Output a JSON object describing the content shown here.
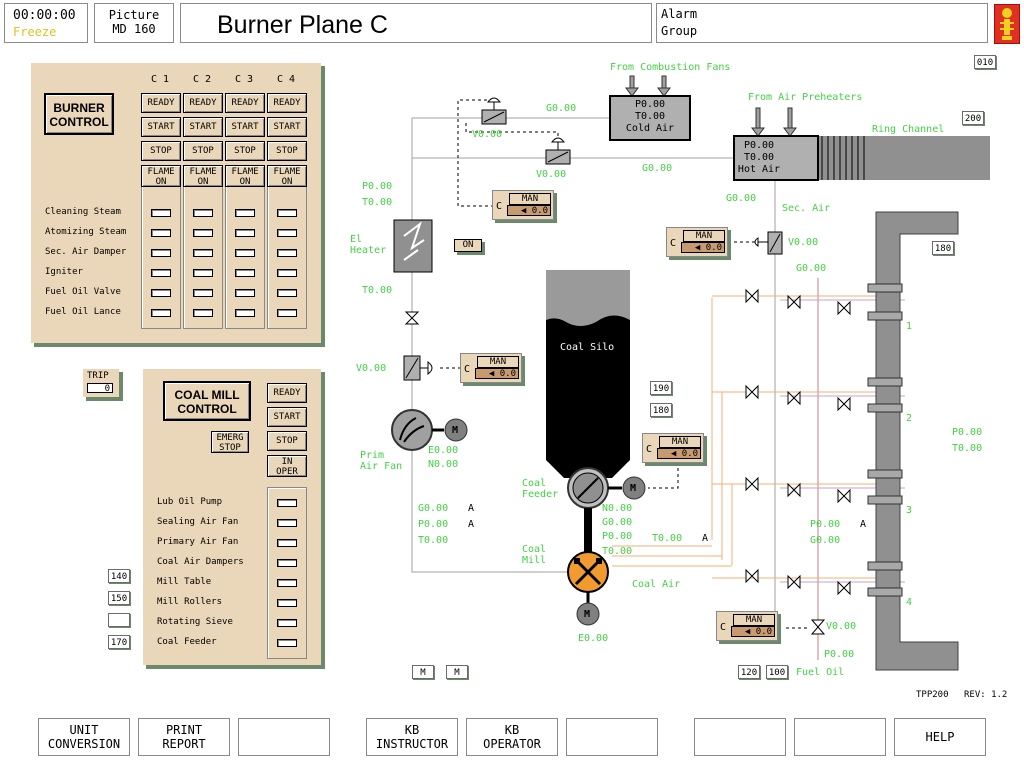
{
  "header": {
    "clock": "00:00:00",
    "freeze": "Freeze",
    "picture_label": "Picture",
    "picture_id": "MD 160",
    "title": "Burner Plane C",
    "alarm_label": "Alarm",
    "alarm_group": "Group"
  },
  "burner_control": {
    "title_line1": "BURNER",
    "title_line2": "CONTROL",
    "columns": [
      "C 1",
      "C 2",
      "C 3",
      "C 4"
    ],
    "buttons": [
      "READY",
      "START",
      "STOP"
    ],
    "flame_line1": "FLAME",
    "flame_line2": "ON",
    "rows": [
      "Cleaning Steam",
      "Atomizing Steam",
      "Sec. Air Damper",
      "Igniter",
      "Fuel Oil Valve",
      "Fuel Oil Lance"
    ]
  },
  "trip": {
    "label": "TRIP",
    "value": "0"
  },
  "coal_mill": {
    "title_line1": "COAL MILL",
    "title_line2": "CONTROL",
    "emerg_line1": "EMERG",
    "emerg_line2": "STOP",
    "buttons": [
      "READY",
      "START",
      "STOP"
    ],
    "in_oper_line1": "IN",
    "in_oper_line2": "OPER",
    "rows": [
      "Lub Oil Pump",
      "Sealing Air Fan",
      "Primary Air Fan",
      "Coal Air Dampers",
      "Mill Table",
      "Mill Rollers",
      "Rotating Sieve",
      "Coal Feeder"
    ]
  },
  "side_boxes": [
    "140",
    "150",
    "",
    "170"
  ],
  "diagram": {
    "from_combustion_fans": "From Combustion Fans",
    "from_air_preheaters": "From Air Preheaters",
    "ring_channel": "Ring Channel",
    "cold_air": {
      "p": "P0.00",
      "t": "T0.00",
      "label": "Cold Air"
    },
    "hot_air": {
      "p": "P0.00",
      "t": "T0.00",
      "label": "Hot Air"
    },
    "g_top": "G0.00",
    "v_top": "V0.00",
    "v_mid": "V0.00",
    "g_mid": "G0.00",
    "g_hot": "G0.00",
    "sec_air": "Sec. Air",
    "sec_air_v": "V0.00",
    "g_fuel": "G0.00",
    "el_p": "P0.00",
    "el_t": "T0.00",
    "el_heater_line1": "El",
    "el_heater_line2": "Heater",
    "el_on": "ON",
    "el_t2": "T0.00",
    "v_left": "V0.00",
    "prim_air_fan_line1": "Prim",
    "prim_air_fan_line2": "Air Fan",
    "e_fan": "E0.00",
    "n_fan": "N0.00",
    "coal_silo": "Coal Silo",
    "coal_feeder_line1": "Coal",
    "coal_feeder_line2": "Feeder",
    "coal_mill_line1": "Coal",
    "coal_mill_line2": "Mill",
    "n_feeder": "N0.00",
    "g_feeder": "G0.00",
    "p_feeder": "P0.00",
    "t_feeder": "T0.00",
    "t_coal_air": "T0.00",
    "a_coal_air": "A",
    "coal_air": "Coal Air",
    "e_mill": "E0.00",
    "g_left": "G0.00",
    "p_left": "P0.00",
    "t_left": "T0.00",
    "a1": "A",
    "a2": "A",
    "p_right": "P0.00",
    "g_right": "G0.00",
    "a_right": "A",
    "v_fuel": "V0.00",
    "p_fuel": "P0.00",
    "fuel_oil": "Fuel Oil",
    "p_far": "P0.00",
    "t_far": "T0.00",
    "burner_levels": [
      "1",
      "2",
      "3",
      "4"
    ],
    "motor": "M",
    "controllers": {
      "c": "C",
      "man": "MAN",
      "val": "0.0"
    },
    "tags": {
      "t010": "010",
      "t200": "200",
      "t180a": "180",
      "t190": "190",
      "t180b": "180",
      "t120": "120",
      "t100": "100"
    },
    "m_buttons": [
      "M",
      "M"
    ]
  },
  "footer_info": {
    "tpp": "TPP200",
    "rev": "REV: 1.2"
  },
  "footer_buttons": [
    {
      "line1": "UNIT",
      "line2": "CONVERSION"
    },
    {
      "line1": "PRINT",
      "line2": "REPORT"
    },
    {
      "line1": "",
      "line2": ""
    },
    {
      "line1": "KB",
      "line2": "INSTRUCTOR"
    },
    {
      "line1": "KB",
      "line2": "OPERATOR"
    },
    {
      "line1": "",
      "line2": ""
    },
    {
      "line1": "",
      "line2": ""
    },
    {
      "line1": "",
      "line2": ""
    },
    {
      "line1": "HELP",
      "line2": ""
    }
  ],
  "colors": {
    "green": "#44d044",
    "panel": "#ead6b8",
    "orange": "#f09a30",
    "pipe": "#a0a0a0"
  }
}
